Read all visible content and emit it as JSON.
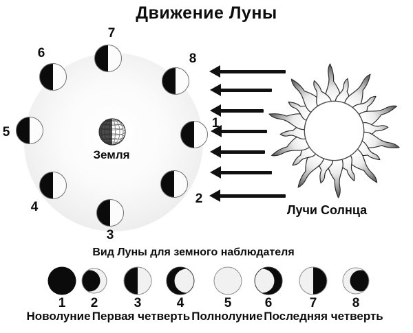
{
  "title": "Движение Луны",
  "orbit": {
    "earth_label": "Земля",
    "labels": [
      "1",
      "2",
      "3",
      "4",
      "5",
      "6",
      "7",
      "8"
    ],
    "moon_appearance": "left-half-black-right-half-white"
  },
  "sun": {
    "rays_label": "Лучи Солнца",
    "ray_arrow_count": 7,
    "ray_direction": "left"
  },
  "observer": {
    "heading": "Вид Луны для земного наблюдателя",
    "numbers": [
      "1",
      "2",
      "3",
      "4",
      "5",
      "6",
      "7",
      "8"
    ],
    "phase_icons": [
      "new-moon",
      "waxing-crescent",
      "first-quarter",
      "waxing-gibbous",
      "full-moon",
      "waning-gibbous",
      "last-quarter",
      "waning-crescent"
    ],
    "names": [
      "Новолуние",
      "Первая четверть",
      "Полнолуние",
      "Последняя четверть"
    ]
  },
  "colors": {
    "ink": "#0d0d0d",
    "moon_black": "#0b0b0b",
    "moon_light": "#f1f1f1",
    "orbit_fill": "#e9e9e9",
    "flame_dark": "#404040"
  }
}
